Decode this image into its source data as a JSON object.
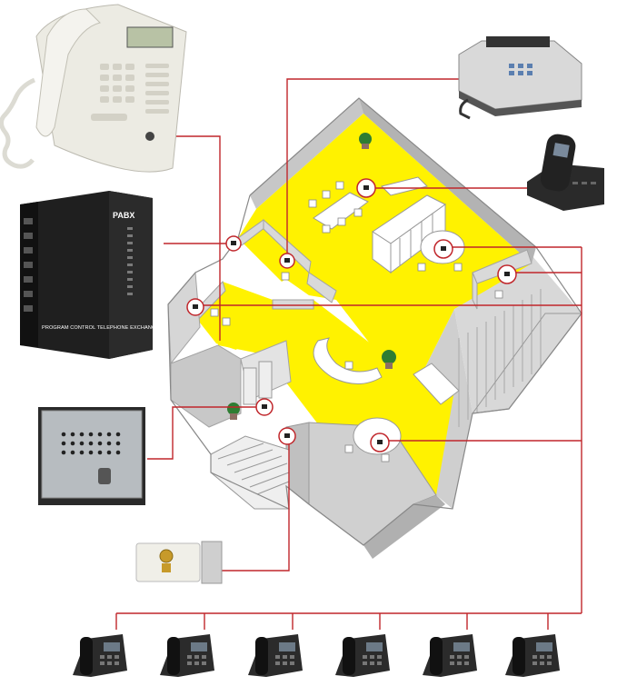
{
  "pabx": {
    "brand": "PABX",
    "caption": "PROGRAM CONTROL TELEPHONE EXCHANGER"
  },
  "colors": {
    "wire": "#c0262b",
    "floor": "#fff200",
    "wall": "#bdbdbd",
    "pabx_body": "#1f1f1f"
  },
  "icons": [
    "desk-phone-icon",
    "pabx-box-icon",
    "door-intercom-icon",
    "electric-lock-icon",
    "fax-machine-icon",
    "cordless-phone-icon",
    "extension-phone-icon",
    "potted-plant-icon"
  ],
  "extension_phone_count": 6
}
